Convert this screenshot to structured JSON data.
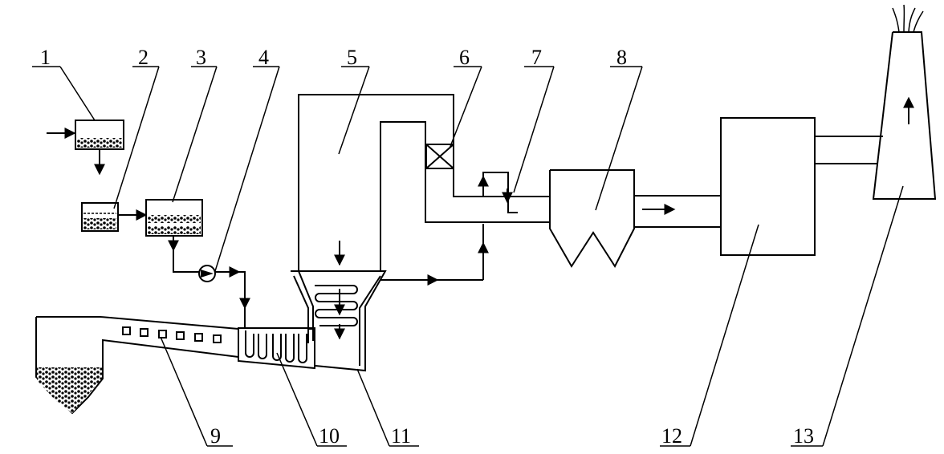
{
  "labels": [
    "1",
    "2",
    "3",
    "4",
    "5",
    "6",
    "7",
    "8",
    "9",
    "10",
    "11",
    "12",
    "13"
  ],
  "colors": {
    "stroke": "#000000",
    "background": "#ffffff"
  }
}
